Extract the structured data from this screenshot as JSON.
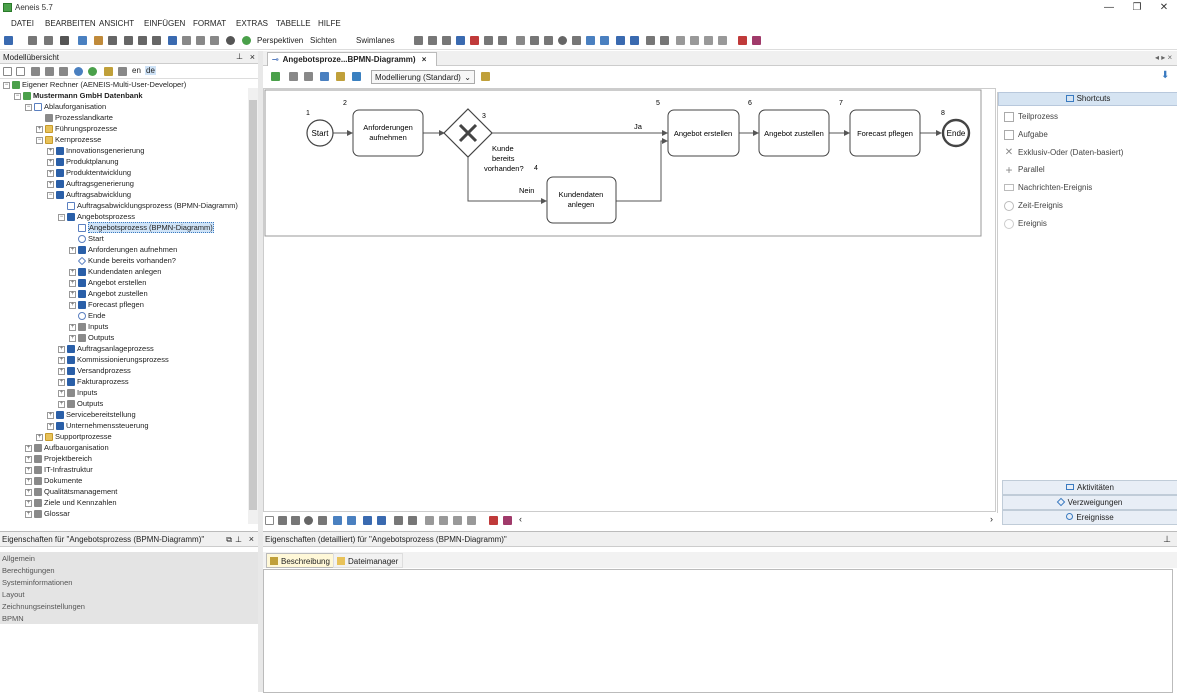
{
  "window": {
    "title": "Aeneis 5.7",
    "minimize": "—",
    "restore": "❐",
    "close": "✕"
  },
  "menu": [
    "DATEI",
    "BEARBEITEN",
    "ANSICHT",
    "EINFÜGEN",
    "FORMAT",
    "EXTRAS",
    "TABELLE",
    "HILFE"
  ],
  "toolbar": {
    "perspectives": "Perspektiven",
    "views": "Sichten",
    "swimlanes": "Swimlanes"
  },
  "left_panel": {
    "title": "Modellübersicht",
    "lang_en": "en",
    "lang_de": "de",
    "tree": [
      {
        "text": "Eigener Rechner (AENEIS-Multi-User-Developer)",
        "indent": 0,
        "icon": "green",
        "exp": "−"
      },
      {
        "text": "Mustermann GmbH Datenbank",
        "indent": 1,
        "icon": "green",
        "exp": "−",
        "bold": true
      },
      {
        "text": "Ablauforganisation",
        "indent": 2,
        "icon": "bp",
        "exp": "−"
      },
      {
        "text": "Prozesslandkarte",
        "indent": 3,
        "icon": "gray",
        "exp": ""
      },
      {
        "text": "Führungsprozesse",
        "indent": 3,
        "icon": "fold",
        "exp": "+"
      },
      {
        "text": "Kernprozesse",
        "indent": 3,
        "icon": "fold",
        "exp": "−"
      },
      {
        "text": "Innovationsgenerierung",
        "indent": 4,
        "icon": "blue",
        "exp": "+"
      },
      {
        "text": "Produktplanung",
        "indent": 4,
        "icon": "blue",
        "exp": "+"
      },
      {
        "text": "Produktentwicklung",
        "indent": 4,
        "icon": "blue",
        "exp": "+"
      },
      {
        "text": "Auftragsgenerierung",
        "indent": 4,
        "icon": "blue",
        "exp": "+"
      },
      {
        "text": "Auftragsabwicklung",
        "indent": 4,
        "icon": "blue",
        "exp": "−"
      },
      {
        "text": "Auftragsabwicklungsprozess (BPMN-Diagramm)",
        "indent": 5,
        "icon": "bp",
        "exp": ""
      },
      {
        "text": "Angebotsprozess",
        "indent": 5,
        "icon": "blue",
        "exp": "−"
      },
      {
        "text": "Angebotsprozess (BPMN-Diagramm)",
        "indent": 6,
        "icon": "bp",
        "exp": "",
        "selected": true
      },
      {
        "text": "Start",
        "indent": 6,
        "icon": "circ",
        "exp": ""
      },
      {
        "text": "Anforderungen aufnehmen",
        "indent": 6,
        "icon": "blue",
        "exp": "+"
      },
      {
        "text": "Kunde bereits vorhanden?",
        "indent": 6,
        "icon": "dia",
        "exp": ""
      },
      {
        "text": "Kundendaten anlegen",
        "indent": 6,
        "icon": "blue",
        "exp": "+"
      },
      {
        "text": "Angebot erstellen",
        "indent": 6,
        "icon": "blue",
        "exp": "+"
      },
      {
        "text": "Angebot zustellen",
        "indent": 6,
        "icon": "blue",
        "exp": "+"
      },
      {
        "text": "Forecast pflegen",
        "indent": 6,
        "icon": "blue",
        "exp": "+"
      },
      {
        "text": "Ende",
        "indent": 6,
        "icon": "circ",
        "exp": ""
      },
      {
        "text": "Inputs",
        "indent": 6,
        "icon": "gray",
        "exp": "+"
      },
      {
        "text": "Outputs",
        "indent": 6,
        "icon": "gray",
        "exp": "+"
      },
      {
        "text": "Auftragsanlageprozess",
        "indent": 5,
        "icon": "blue",
        "exp": "+"
      },
      {
        "text": "Kommissionierungsprozess",
        "indent": 5,
        "icon": "blue",
        "exp": "+"
      },
      {
        "text": "Versandprozess",
        "indent": 5,
        "icon": "blue",
        "exp": "+"
      },
      {
        "text": "Fakturaprozess",
        "indent": 5,
        "icon": "blue",
        "exp": "+"
      },
      {
        "text": "Inputs",
        "indent": 5,
        "icon": "gray",
        "exp": "+"
      },
      {
        "text": "Outputs",
        "indent": 5,
        "icon": "gray",
        "exp": "+"
      },
      {
        "text": "Servicebereitstellung",
        "indent": 4,
        "icon": "blue",
        "exp": "+"
      },
      {
        "text": "Unternehmenssteuerung",
        "indent": 4,
        "icon": "blue",
        "exp": "+"
      },
      {
        "text": "Supportprozesse",
        "indent": 3,
        "icon": "fold",
        "exp": "+"
      },
      {
        "text": "Aufbauorganisation",
        "indent": 2,
        "icon": "gray",
        "exp": "+"
      },
      {
        "text": "Projektbereich",
        "indent": 2,
        "icon": "gray",
        "exp": "+"
      },
      {
        "text": "IT-Infrastruktur",
        "indent": 2,
        "icon": "gray",
        "exp": "+"
      },
      {
        "text": "Dokumente",
        "indent": 2,
        "icon": "gray",
        "exp": "+"
      },
      {
        "text": "Qualitätsmanagement",
        "indent": 2,
        "icon": "gray",
        "exp": "+"
      },
      {
        "text": "Ziele und Kennzahlen",
        "indent": 2,
        "icon": "gray",
        "exp": "+"
      },
      {
        "text": "Glossar",
        "indent": 2,
        "icon": "gray",
        "exp": "+"
      }
    ]
  },
  "doc_tab": {
    "label": "Angebotsproze...BPMN-Diagramm)",
    "close": "×"
  },
  "diagram_toolbar": {
    "mode": "Modellierung (Standard)"
  },
  "diagram": {
    "start": "Start",
    "end": "Ende",
    "task_anforderungen": "Anforderungen aufnehmen",
    "gateway_label": "Kunde bereits vorhanden?",
    "task_kundendaten": "Kundendaten anlegen",
    "task_angebot_erstellen": "Angebot erstellen",
    "task_angebot_zustellen": "Angebot zustellen",
    "task_forecast": "Forecast pflegen",
    "edge_ja": "Ja",
    "edge_nein": "Nein",
    "nums": [
      "1",
      "2",
      "3",
      "4",
      "5",
      "6",
      "7",
      "8"
    ]
  },
  "shortcuts": {
    "title": "Shortcuts",
    "items": [
      "Teilprozess",
      "Aufgabe",
      "Exklusiv-Oder (Daten-basiert)",
      "Parallel",
      "Nachrichten-Ereignis",
      "Zeit-Ereignis",
      "Ereignis"
    ],
    "btn_aktivitaeten": "Aktivitäten",
    "btn_verzweigungen": "Verzweigungen",
    "btn_ereignisse": "Ereignisse"
  },
  "props_left": {
    "title": "Eigenschaften für \"Angebotsprozess (BPMN-Diagramm)\"",
    "categories": [
      "Allgemein",
      "Berechtigungen",
      "Systeminformationen",
      "Layout",
      "Zeichnungseinstellungen",
      "BPMN"
    ]
  },
  "props_right": {
    "title": "Eigenschaften (detailliert) für \"Angebotsprozess (BPMN-Diagramm)\"",
    "tab_beschreibung": "Beschreibung",
    "tab_dateimanager": "Dateimanager"
  }
}
